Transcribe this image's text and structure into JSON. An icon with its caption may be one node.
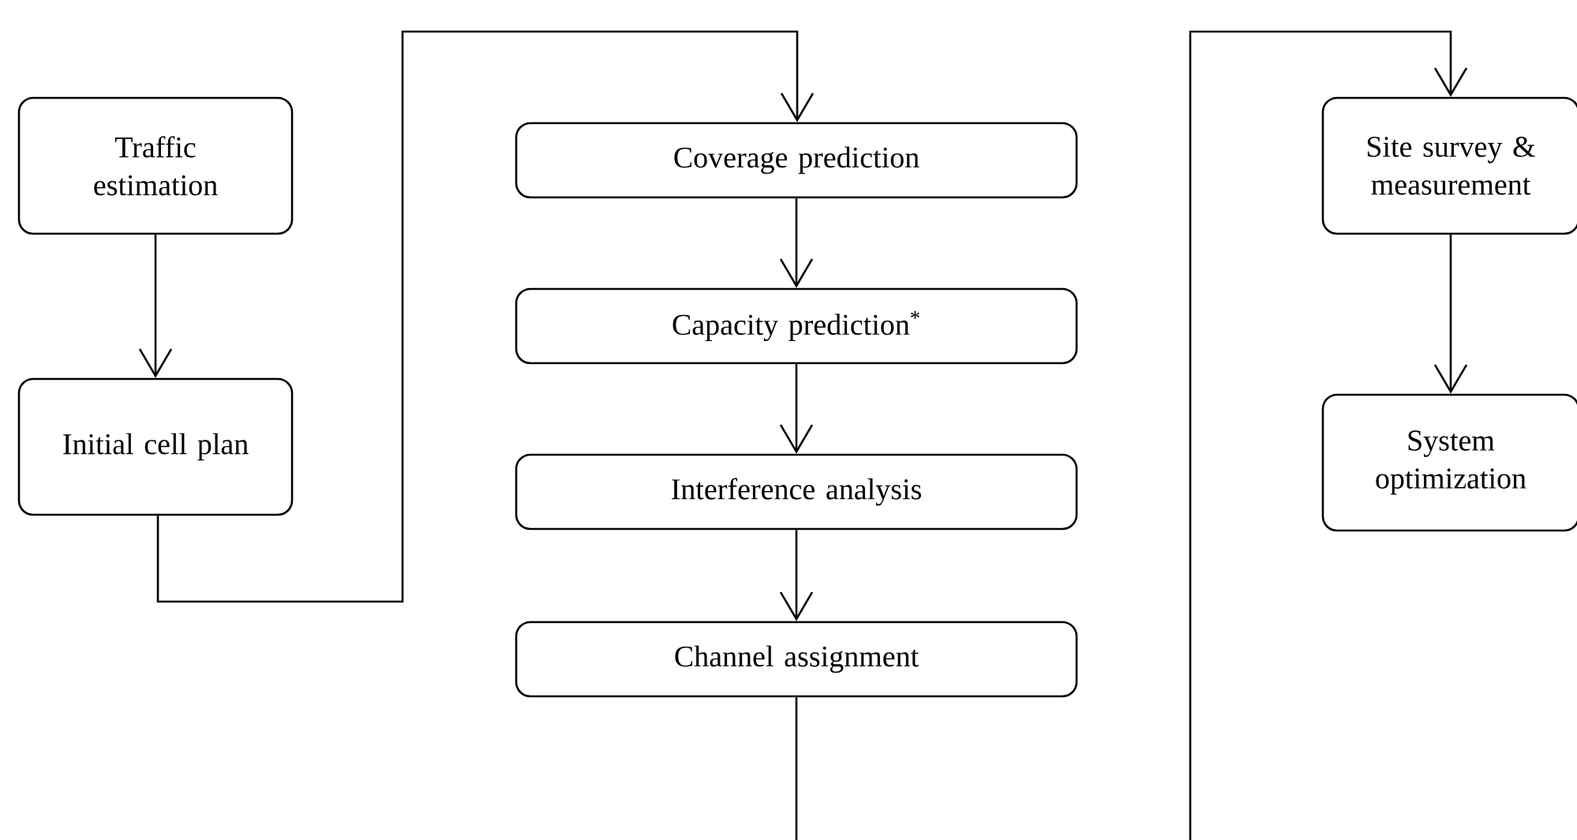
{
  "diagram": {
    "nodes": [
      {
        "text": [
          "Traffic estimation"
        ]
      },
      {
        "text": [
          "Initial cell plan"
        ]
      },
      {
        "text": [
          "Coverage prediction"
        ]
      },
      {
        "text": [
          "Capacity prediction$^{*}$"
        ]
      },
      {
        "text": [
          "Interference analysis"
        ]
      },
      {
        "text": [
          "Channel assignment"
        ]
      },
      {
        "text": [
          "Site survey & measurement"
        ]
      },
      {
        "text": [
          "System optimization"
        ]
      }
    ],
    "edges": [
      {
        "from": 0,
        "to": 1,
        "arrow": "to"
      },
      {
        "from": 1,
        "to": 2,
        "arrow": "to"
      },
      {
        "from": 2,
        "to": 3,
        "arrow": "to"
      },
      {
        "from": 3,
        "to": 4,
        "arrow": "to"
      },
      {
        "from": 4,
        "to": 5,
        "arrow": "to"
      },
      {
        "from": 5,
        "to": null,
        "arrow": "none"
      },
      {
        "from": null,
        "to": 6,
        "arrow": "to"
      },
      {
        "from": 6,
        "to": 7,
        "arrow": "to"
      }
    ]
  }
}
